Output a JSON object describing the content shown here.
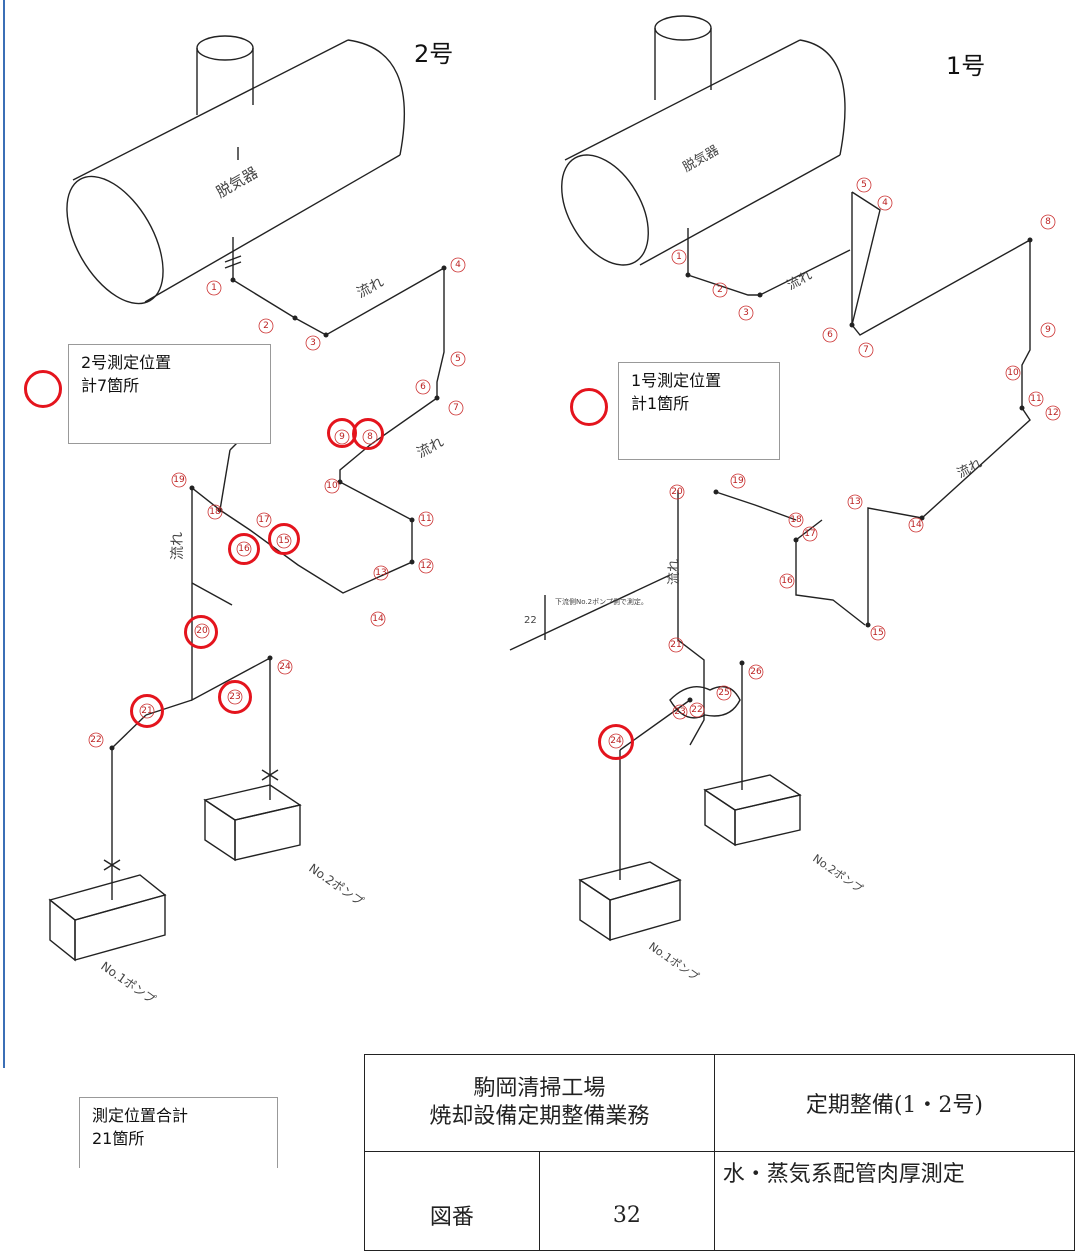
{
  "units": {
    "unit2_label": "2号",
    "unit1_label": "1号"
  },
  "drawing_text": {
    "deaerator_2": "脱気器",
    "deaerator_1": "脱気器",
    "flow": "流れ",
    "pump1_2": "No.1ポンプ",
    "pump2_2": "No.2ポンプ",
    "pump1_1": "No.1ポンプ",
    "pump2_1": "No.2ポンプ",
    "note_1": "下流側No.2ポンプ側で測定。",
    "ref_22": "22"
  },
  "point_numbers_2": [
    "①",
    "②",
    "③",
    "④",
    "⑤",
    "⑥",
    "⑦",
    "⑧",
    "⑨",
    "⑩",
    "⑪",
    "⑫",
    "⑬",
    "⑭",
    "⑮",
    "⑯",
    "⑰",
    "⑱",
    "⑲",
    "⑳",
    "㉑",
    "㉒",
    "㉓",
    "㉔"
  ],
  "point_numbers_1": [
    "①",
    "②",
    "③",
    "④",
    "⑤",
    "⑥",
    "⑦",
    "⑧",
    "⑨",
    "⑩",
    "⑪",
    "⑫",
    "⑬",
    "⑭",
    "⑮",
    "⑯",
    "⑰",
    "⑱",
    "⑲",
    "⑳",
    "㉑",
    "㉒",
    "㉓",
    "㉔",
    "㉕",
    "㉖"
  ],
  "legend_2": {
    "line1": "2号測定位置",
    "line2": "計7箇所"
  },
  "legend_1": {
    "line1": "1号測定位置",
    "line2": "計1箇所"
  },
  "total": {
    "line1": "測定位置合計",
    "line2": "21箇所"
  },
  "title_block": {
    "plant_line1": "駒岡清掃工場",
    "plant_line2": "焼却設備定期整備業務",
    "work": "定期整備(1・2号)",
    "fig_label": "図番",
    "fig_no": "32",
    "drawing_title": "水・蒸気系配管肉厚測定"
  },
  "colors": {
    "marker": "#e4141d",
    "frame": "#3b6fb6",
    "pipe": "#222222"
  }
}
